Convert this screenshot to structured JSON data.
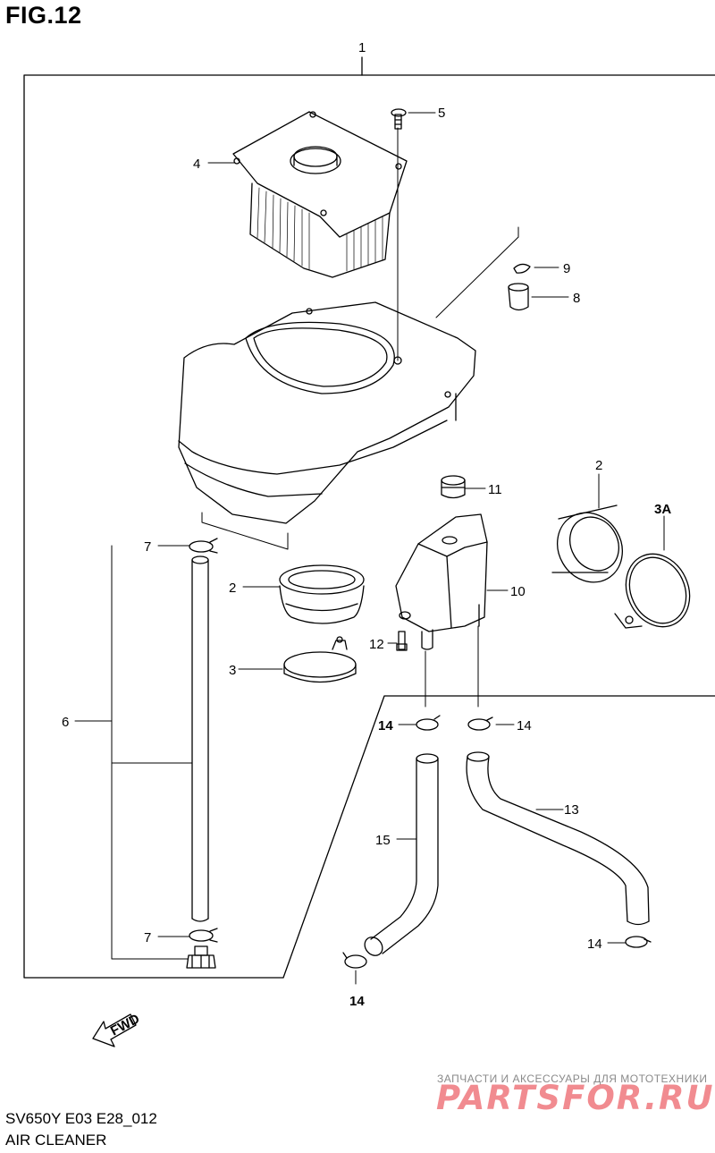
{
  "figure": {
    "title": "FIG.12"
  },
  "callouts": {
    "c1": "1",
    "c2a": "2",
    "c2b": "2",
    "c3": "3",
    "c3a": "3A",
    "c4": "4",
    "c5": "5",
    "c6": "6",
    "c7a": "7",
    "c7b": "7",
    "c8": "8",
    "c9": "9",
    "c10": "10",
    "c11": "11",
    "c12": "12",
    "c13": "13",
    "c14a": "14",
    "c14b": "14",
    "c14c": "14",
    "c14d": "14",
    "c15": "15"
  },
  "fwd_label": "FWD",
  "footer": {
    "model_code": "SV650Y E03 E28_012",
    "section_name": "AIR CLEANER"
  },
  "watermark": {
    "tagline": "ЗАПЧАСТИ И АКСЕССУАРЫ ДЛЯ МОТОТЕХНИКИ",
    "brand": "PARTSFOR.RU"
  },
  "colors": {
    "line": "#000000",
    "watermark_red": "#e62e36",
    "watermark_grey": "#8a8a8a"
  }
}
